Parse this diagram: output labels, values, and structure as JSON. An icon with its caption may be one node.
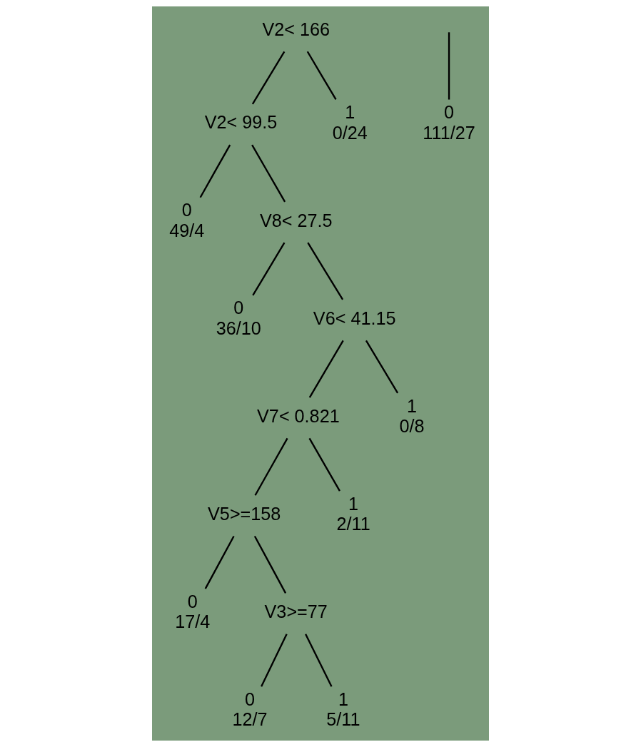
{
  "diagram": {
    "nodes": [
      {
        "text": [
          "V2< 166"
        ]
      },
      {
        "text": [
          "V2< 99.5"
        ]
      },
      {
        "text": [
          "0",
          "49/4"
        ]
      },
      {
        "text": [
          "V8< 27.5"
        ]
      },
      {
        "text": [
          "0",
          "36/10"
        ]
      },
      {
        "text": [
          "V6< 41.15"
        ]
      },
      {
        "text": [
          "V7< 0.821"
        ]
      },
      {
        "text": [
          "V5>=158"
        ]
      },
      {
        "text": [
          "0",
          "17/4"
        ]
      },
      {
        "text": [
          "V3>=77"
        ]
      },
      {
        "text": [
          "0",
          "12/7"
        ]
      },
      {
        "text": [
          "1",
          "5/11"
        ]
      },
      {
        "text": [
          "1",
          "2/11"
        ]
      },
      {
        "text": [
          "1",
          "0/8"
        ]
      },
      {
        "text": [
          "1",
          "0/24"
        ]
      },
      {
        "text": [
          "0",
          "111/27"
        ]
      }
    ],
    "edges": [
      {
        "from": 0,
        "to": 1,
        "arrow": "none"
      },
      {
        "from": 0,
        "to": 14,
        "arrow": "none"
      },
      {
        "from": 1,
        "to": 2,
        "arrow": "none"
      },
      {
        "from": 1,
        "to": 3,
        "arrow": "none"
      },
      {
        "from": 3,
        "to": 4,
        "arrow": "none"
      },
      {
        "from": 3,
        "to": 5,
        "arrow": "none"
      },
      {
        "from": 5,
        "to": 6,
        "arrow": "none"
      },
      {
        "from": 5,
        "to": 13,
        "arrow": "none"
      },
      {
        "from": 6,
        "to": 7,
        "arrow": "none"
      },
      {
        "from": 6,
        "to": 12,
        "arrow": "none"
      },
      {
        "from": 7,
        "to": 8,
        "arrow": "none"
      },
      {
        "from": 7,
        "to": 9,
        "arrow": "none"
      },
      {
        "from": 9,
        "to": 10,
        "arrow": "none"
      },
      {
        "from": 9,
        "to": 11,
        "arrow": "none"
      },
      {
        "from": null,
        "to": 15,
        "arrow": "none"
      }
    ]
  }
}
